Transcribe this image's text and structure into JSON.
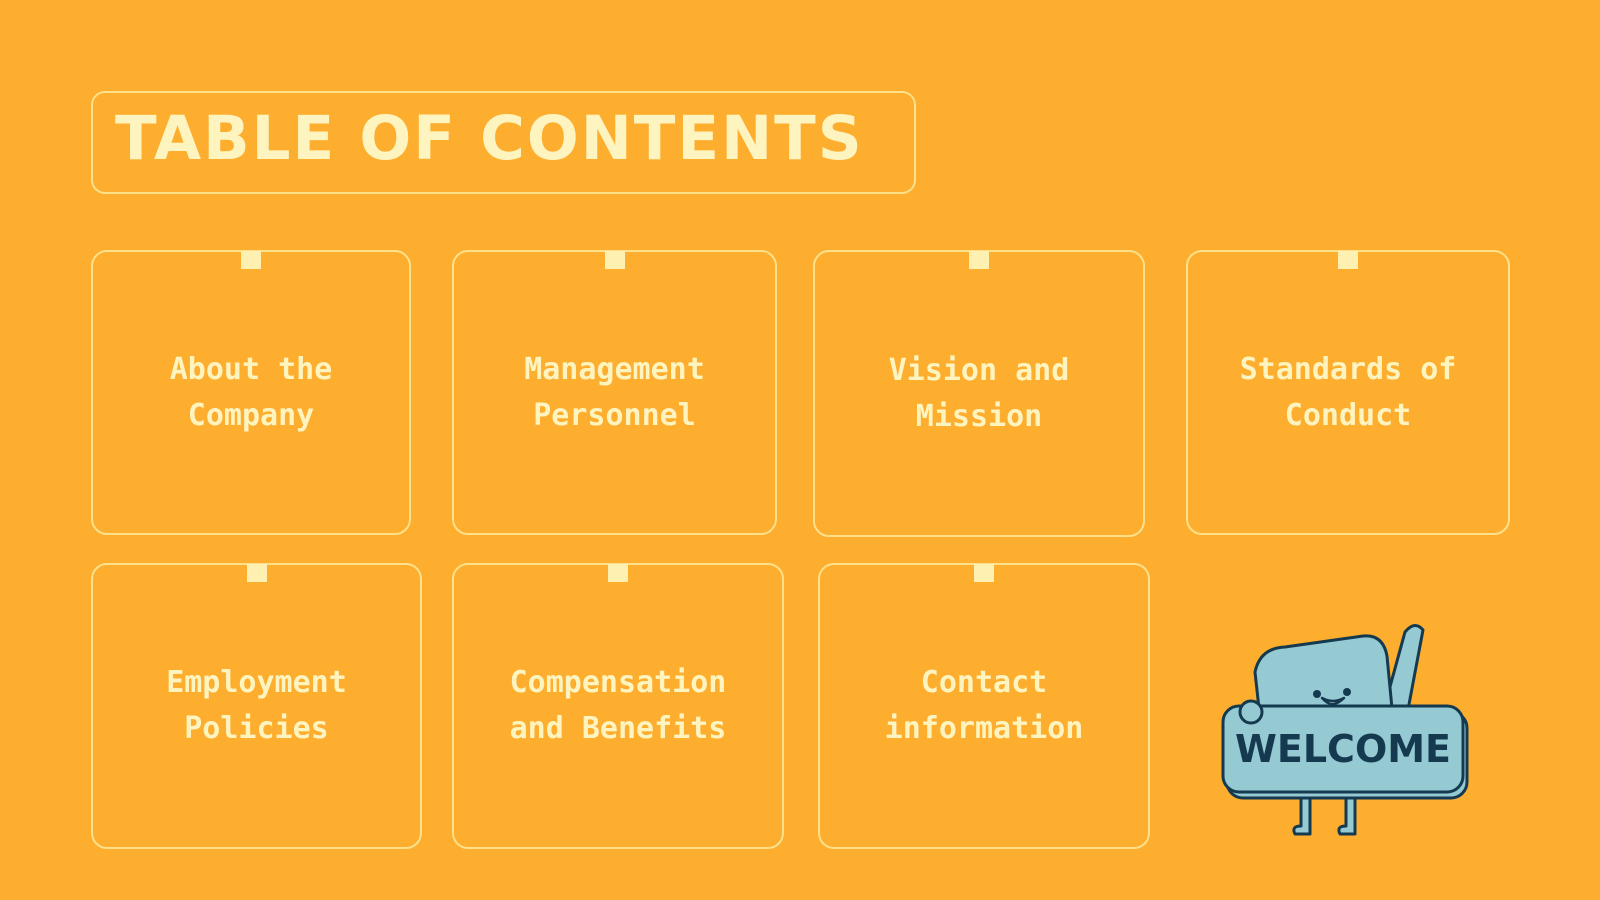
{
  "title": "TABLE OF CONTENTS",
  "cards": [
    {
      "label": "About the\nCompany"
    },
    {
      "label": "Management\nPersonnel"
    },
    {
      "label": "Vision and\nMission"
    },
    {
      "label": "Standards of\nConduct"
    },
    {
      "label": "Employment\nPolicies"
    },
    {
      "label": "Compensation\nand Benefits"
    },
    {
      "label": "Contact\ninformation"
    }
  ],
  "mascot": {
    "sign_text": "WELCOME",
    "icon": "welcome-mascot-icon"
  },
  "colors": {
    "background": "#FDAE2F",
    "outline": "#FCE08A",
    "text": "#FEF4C0",
    "mascot": "#95CAD3",
    "ink": "#153A50"
  }
}
